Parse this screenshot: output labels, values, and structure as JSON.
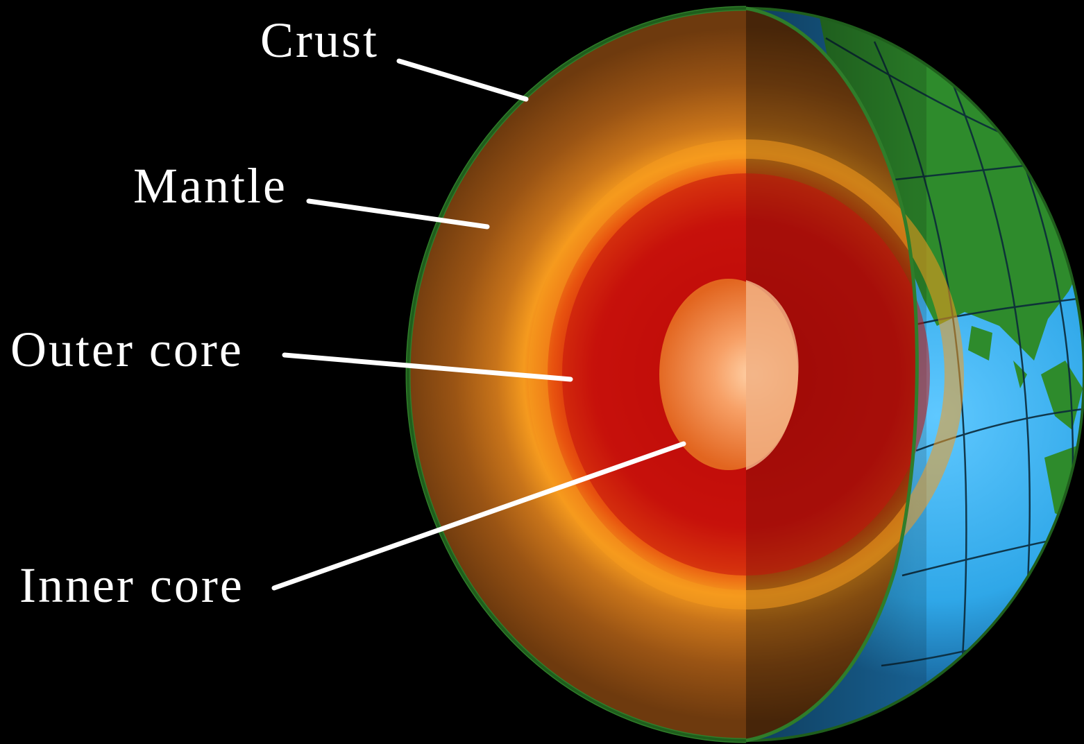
{
  "labels": {
    "crust": "Crust",
    "mantle": "Mantle",
    "outer_core": "Outer core",
    "inner_core": "Inner core"
  },
  "colors": {
    "background": "#000000",
    "crust_rim": "#2f7d2a",
    "mantle": "#8a4a12",
    "outer_core_glow": "#f59a1e",
    "outer_core": "#c4130c",
    "inner_core": "#f5873a",
    "ocean": "#2fa7e8",
    "land": "#2e8b2c",
    "label_text": "#ffffff",
    "arrow": "#ffffff"
  }
}
